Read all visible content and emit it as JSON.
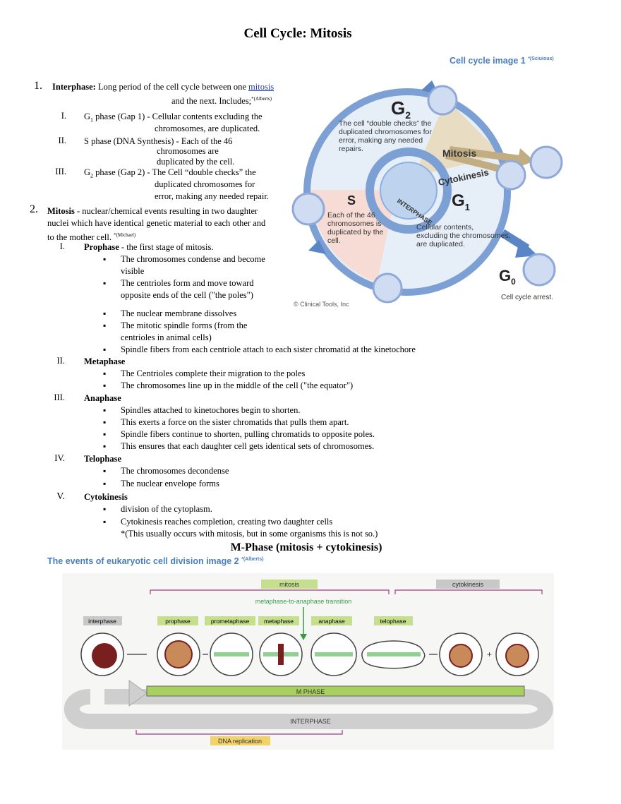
{
  "title": "Cell Cycle: Mitosis",
  "figure1": {
    "caption": "Cell cycle image 1",
    "caption_ref": "*(Sciuious)",
    "labels": {
      "g2": "G",
      "g2_sub": "2",
      "g2_text": [
        "The cell “double checks” the",
        "duplicated chromosomes for",
        "error, making any needed",
        "repairs."
      ],
      "mitosis": "Mitosis",
      "cytokinesis": "Cytokinesis",
      "interphase": "INTERPHASE",
      "g1": "G",
      "g1_sub": "1",
      "g1_text": [
        "Cellular contents,",
        "excluding the chromosomes,",
        "are duplicated."
      ],
      "s": "S",
      "s_text": [
        "Each of the 46",
        "chromosomes is",
        "duplicated by the",
        "cell."
      ],
      "g0": "G",
      "g0_sub": "0",
      "g0_text": "Cell cycle arrest.",
      "copyright": "© Clinical Tools, Inc"
    },
    "colors": {
      "ring": "#7f9fcf",
      "ring_fill": "#d6e4f4",
      "wedge": "#f5dccb",
      "mitosis": "#d4c3a0",
      "s_wedge": "#f6d9d2"
    }
  },
  "section1": {
    "number": "1.",
    "heading": "Interphase:",
    "text_a": " Long period of the cell cycle between one ",
    "link": "mitosis",
    "text_b": "and the next. Includes;",
    "ref": "*(Alberts)",
    "items": [
      {
        "roman": "I.",
        "label_a": "G",
        "label_sub": "1",
        "label_b": " phase (Gap 1) - Cellular contents excluding the",
        "cont": [
          "chromosomes, are duplicated."
        ]
      },
      {
        "roman": "II.",
        "label_a": "S phase (DNA Synthesis) - Each of the 46",
        "label_sub": "",
        "label_b": "",
        "cont": [
          "chromosomes are",
          "duplicated by the cell."
        ]
      },
      {
        "roman": "III.",
        "label_a": "G",
        "label_sub": "2",
        "label_b": " phase (Gap 2) - The Cell “double checks” the",
        "cont": [
          "duplicated chromosomes for",
          "error, making any needed repair."
        ]
      }
    ]
  },
  "section2": {
    "number": "2.",
    "heading": "Mitosis",
    "text": [
      " - nuclear/chemical events resulting in two daughter",
      "nuclei which have identical genetic material to each other and",
      "to the mother cell."
    ],
    "ref": "*(Michael)",
    "phases": [
      {
        "roman": "I.",
        "name": "Prophase",
        "desc": " - the first stage of mitosis."
      },
      {
        "roman": "II.",
        "name": "Metaphase",
        "desc": ""
      },
      {
        "roman": "III.",
        "name": "Anaphase",
        "desc": ""
      },
      {
        "roman": "IV.",
        "name": "Telophase",
        "desc": ""
      },
      {
        "roman": "V.",
        "name": "Cytokinesis",
        "desc": ""
      }
    ],
    "prophase_bullets": [
      [
        "The chromosomes condense and become",
        "visible"
      ],
      [
        "The centrioles form and move toward",
        "opposite ends of the cell (\"the poles\")"
      ],
      [
        "The nuclear membrane dissolves"
      ],
      [
        "The mitotic spindle forms (from the",
        "centrioles in animal cells)"
      ],
      [
        "Spindle fibers from each centriole attach to each sister chromatid at the kinetochore"
      ]
    ],
    "metaphase_bullets": [
      "The Centrioles complete their migration to the poles",
      "The chromosomes line up in the middle of the cell (\"the equator\")"
    ],
    "anaphase_bullets": [
      "Spindles attached to kinetochores begin to shorten.",
      "This exerts a force on the sister chromatids that pulls them apart.",
      "Spindle fibers continue to shorten, pulling chromatids to opposite poles.",
      "This ensures that each daughter cell gets identical sets of chromosomes."
    ],
    "telophase_bullets": [
      "The chromosomes decondense",
      "The nuclear envelope forms"
    ],
    "cytokinesis_bullets": [
      "division of the cytoplasm.",
      "Cytokinesis reaches completion, creating two daughter cells"
    ],
    "cytokinesis_note": "*(This usually occurs with mitosis, but in some organisms this is not so.)"
  },
  "mphase_heading": "M-Phase (mitosis + cytokinesis)",
  "figure2": {
    "caption": "The events of eukaryotic cell division image 2",
    "caption_ref": "*(Alberts)",
    "mitosis": "mitosis",
    "cytokinesis": "cytokinesis",
    "transition": "metaphase-to-anaphase transition",
    "stages": [
      "interphase",
      "prophase",
      "prometaphase",
      "metaphase",
      "anaphase",
      "telophase"
    ],
    "plus": "+",
    "m_phase": "M PHASE",
    "interphase_bar": "INTERPHASE",
    "dna_replication": "DNA replication",
    "colors": {
      "label_green": "#c6df8c",
      "label_gray": "#c8c8c8",
      "mphase_green": "#a8d060",
      "arrow_gray": "#d0d0d0",
      "bracket": "#a03a8a"
    }
  }
}
